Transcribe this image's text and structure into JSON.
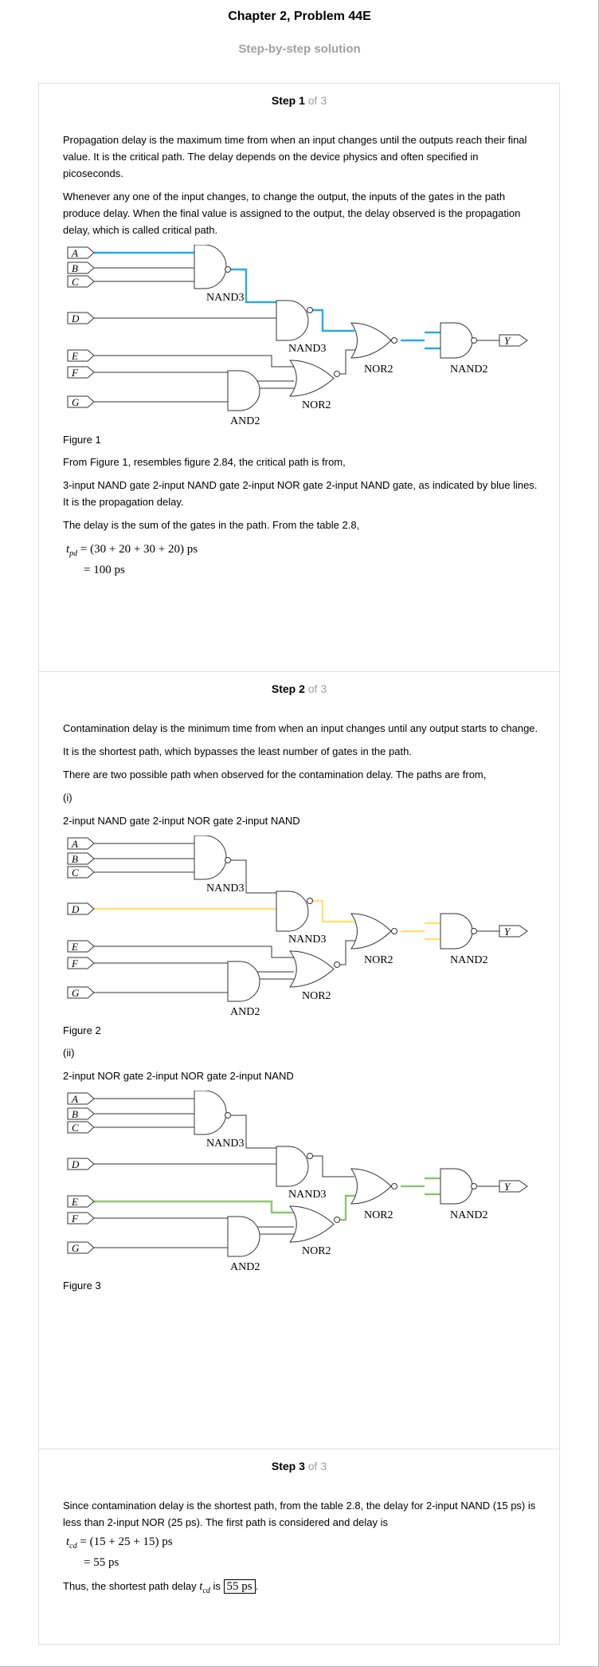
{
  "header": {
    "title": "Chapter 2, Problem 44E",
    "subtitle": "Step-by-step solution"
  },
  "steps": [
    {
      "label": "Step 1",
      "of": "of 3"
    },
    {
      "label": "Step 2",
      "of": "of 3"
    },
    {
      "label": "Step 3",
      "of": "of 3"
    }
  ],
  "step1": {
    "p1": "Propagation delay is the maximum time from when an input changes until the outputs reach their final value. It is the critical path. The delay depends on the device physics and often specified in picoseconds.",
    "p2": "Whenever any one of the input changes, to change the output, the inputs of the gates in the path produce delay. When the final value is assigned to the output, the delay observed is the propagation delay, which is called critical path.",
    "figure_caption": "Figure 1",
    "p3": "From Figure 1, resembles figure 2.84, the critical path is from,",
    "p4": "3-input NAND gate 2-input NAND gate 2-input NOR gate 2-input NAND gate, as indicated by blue lines. It is the propagation delay.",
    "p5": "The delay is the sum of the gates in the path. From the table 2.8,",
    "eq_var": "t",
    "eq_sub": "pd",
    "eq_line1": " = (30 + 20 + 30 + 20) ps",
    "eq_line2": "= 100 ps"
  },
  "step2": {
    "p1": "Contamination delay is the minimum time from when an input changes until any output starts to change.",
    "p2": "It is the shortest path, which bypasses the least number of gates in the path.",
    "p3": "There are two possible path when observed for the contamination delay. The paths are from,",
    "item1": "(i)",
    "path1": "2-input NAND gate 2-input NOR gate 2-input NAND",
    "figure2_caption": "Figure 2",
    "item2": "(ii)",
    "path2": "2-input NOR gate 2-input NOR gate 2-input NAND",
    "figure3_caption": "Figure 3"
  },
  "step3": {
    "p1": "Since contamination delay is the shortest path, from the table 2.8, the delay for 2-input NAND (15 ps) is less than 2-input NOR (25 ps). The first path is considered and delay is",
    "eq_var": "t",
    "eq_sub": "cd",
    "eq_line1": " = (15 + 25 + 15) ps",
    "eq_line2": "= 55 ps",
    "conclusion_prefix": "Thus, the shortest path delay ",
    "conclusion_is": " is ",
    "answer": "55 ps",
    "conclusion_suffix": "."
  },
  "circuit": {
    "inputs": [
      "A",
      "B",
      "C",
      "D",
      "E",
      "F",
      "G"
    ],
    "output": "Y",
    "gate_labels": {
      "g1": "NAND3",
      "g2": "NAND3",
      "g3": "NOR2",
      "g4": "NAND2",
      "g5": "NOR2",
      "g6": "AND2"
    }
  },
  "colors": {
    "critical_path": "#29abe2",
    "contamination_path_1": "#fbe27a",
    "contamination_path_2": "#8cc572",
    "wire": "#333333"
  }
}
